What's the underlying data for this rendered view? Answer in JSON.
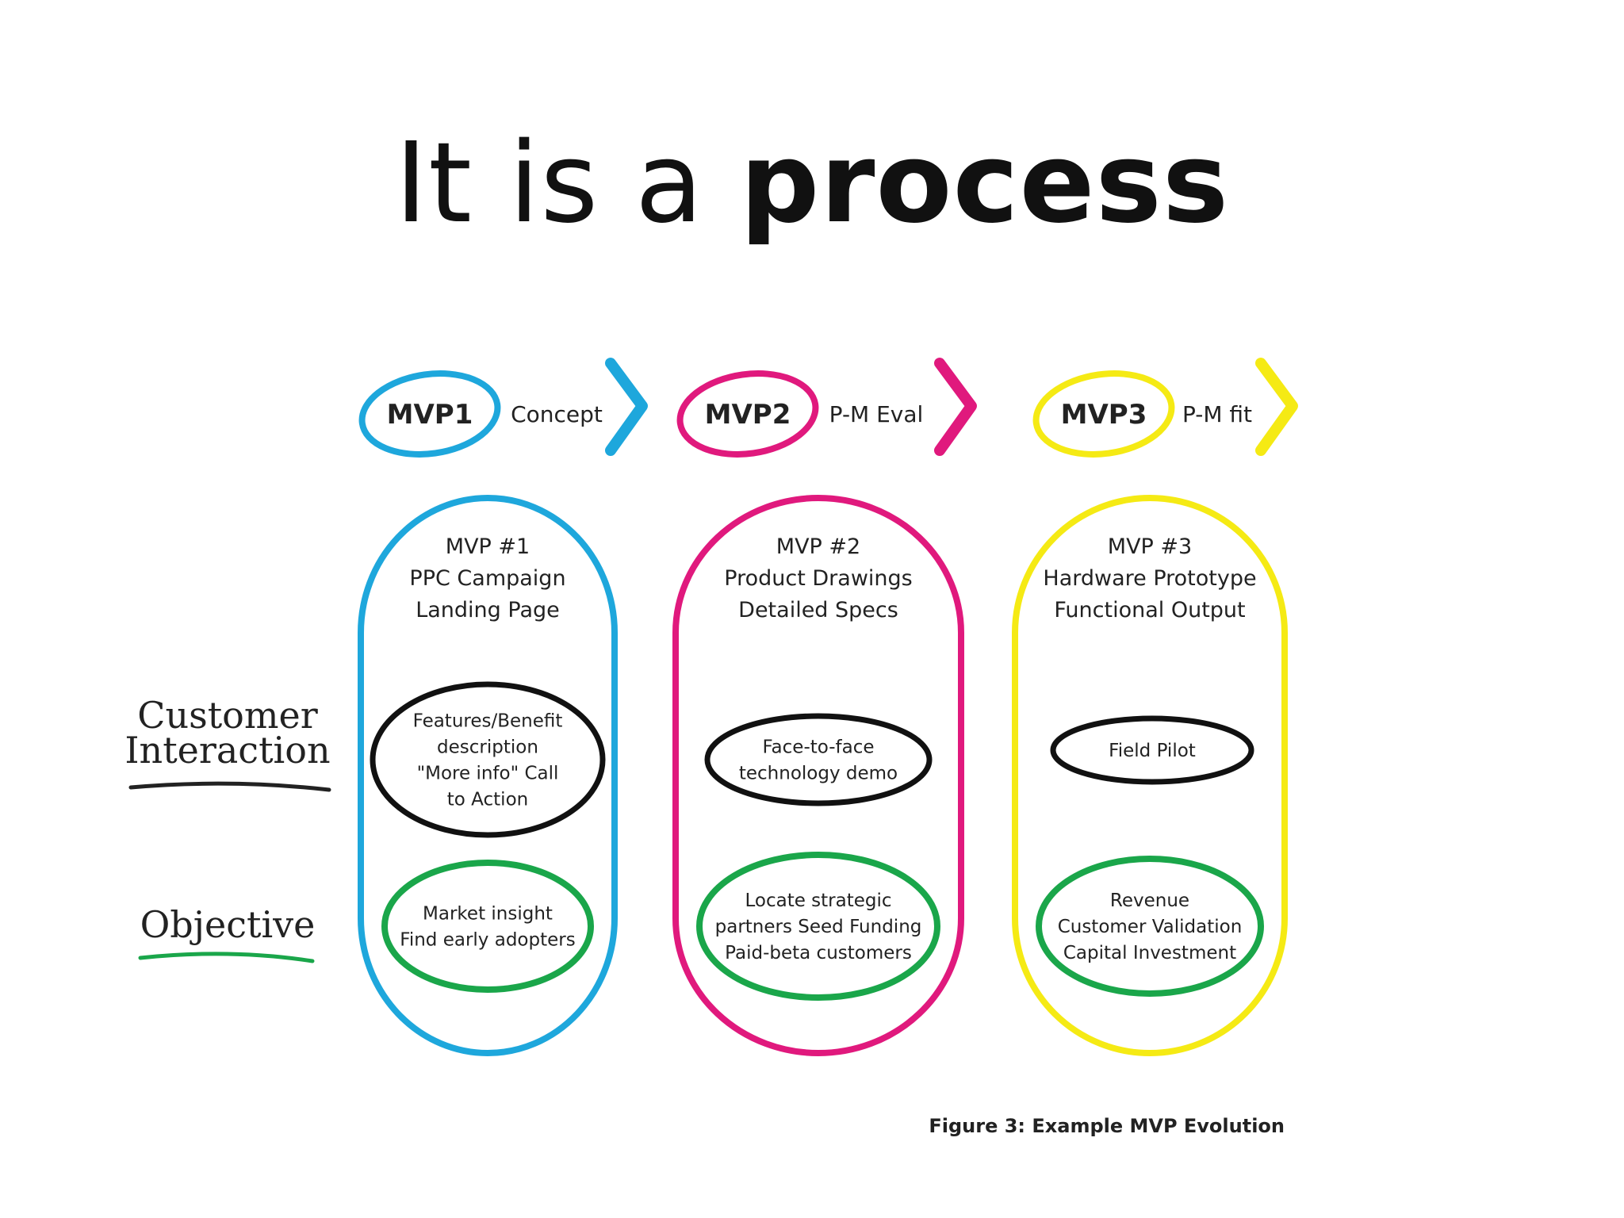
{
  "title": {
    "part1": "It is a ",
    "part2": "process"
  },
  "rows": {
    "customer_interaction": [
      "Customer",
      "Interaction"
    ],
    "objective": "Objective"
  },
  "colors": {
    "mvp1": "#1ea7dc",
    "mvp2": "#e0197d",
    "mvp3": "#f5ea14",
    "interaction": "#111111",
    "objective": "#1aa64a"
  },
  "mvps": [
    {
      "badge": "MVP1",
      "stage": "Concept",
      "title": [
        "MVP #1",
        "PPC Campaign",
        "Landing Page"
      ],
      "interaction": [
        "Features/Benefit",
        "description",
        "\"More info\" Call",
        "to Action"
      ],
      "objective": [
        "Market insight",
        "Find early adopters"
      ]
    },
    {
      "badge": "MVP2",
      "stage": "P-M Eval",
      "title": [
        "MVP #2",
        "Product Drawings",
        "Detailed Specs"
      ],
      "interaction": [
        "Face-to-face",
        "technology demo"
      ],
      "objective": [
        "Locate strategic",
        "partners Seed Funding",
        "Paid-beta customers"
      ]
    },
    {
      "badge": "MVP3",
      "stage": "P-M fit",
      "title": [
        "MVP #3",
        "Hardware Prototype",
        "Functional Output"
      ],
      "interaction": [
        "Field Pilot"
      ],
      "objective": [
        "Revenue",
        "Customer Validation",
        "Capital Investment"
      ]
    }
  ],
  "caption": "Figure 3: Example MVP Evolution"
}
